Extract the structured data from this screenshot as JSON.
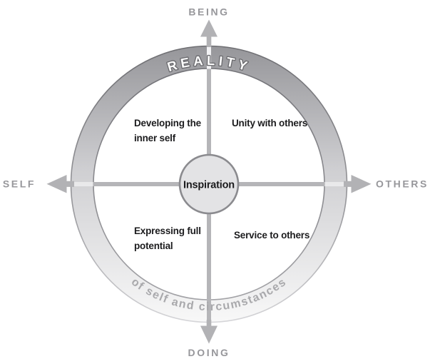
{
  "diagram": {
    "name": "reality-inspiration-wheel",
    "ring": {
      "arc_top_label": "REALITY",
      "arc_bottom_label": "of self and circumstances"
    },
    "axes": {
      "top": "BEING",
      "bottom": "DOING",
      "left": "SELF",
      "right": "OTHERS"
    },
    "quadrants": {
      "top_left": {
        "line1": "Developing the",
        "line2": "inner self"
      },
      "top_right": {
        "line1": "Unity with others"
      },
      "bottom_left": {
        "line1": "Expressing full",
        "line2": "potential"
      },
      "bottom_right": {
        "line1": "Service to others"
      }
    },
    "center": {
      "label": "Inspiration"
    },
    "colors": {
      "background": "#ffffff",
      "ring_top": "#96969a",
      "ring_middle": "#d2d2d5",
      "ring_bottom": "#f8f8f8",
      "ring_edge_dark": "#6e6e72",
      "ring_edge_light": "#c8c8cc",
      "divider_gray": "#b5b5b8",
      "arrow_gray": "#b2b2b5",
      "axis_label_gray": "#97979b",
      "arc_top_text_fill": "#fdfdfd",
      "arc_top_text_outline": "#68686c",
      "arc_bottom_text_gray": "#a9a9ac",
      "quadrant_text": "#1c1c1e",
      "center_fill": "#e3e3e5",
      "center_border": "#8b8b8f",
      "inner_disc": "#ffffff"
    }
  }
}
